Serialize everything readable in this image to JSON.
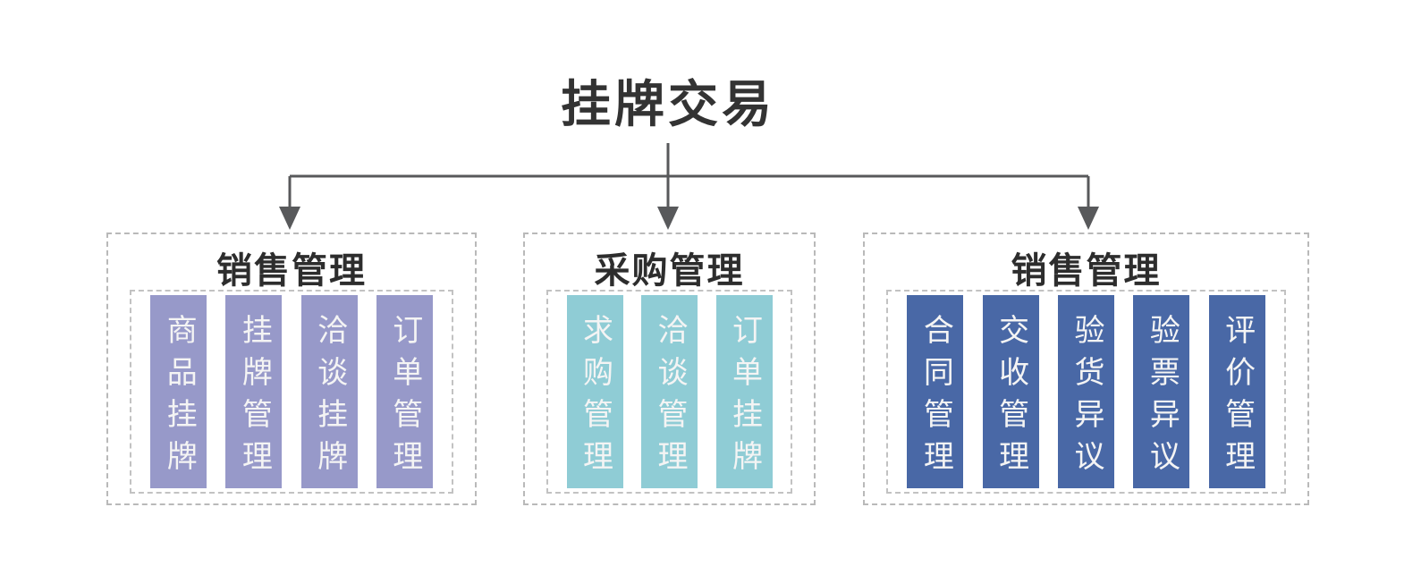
{
  "title": "挂牌交易",
  "groups": [
    {
      "title": "销售管理",
      "color": "#9799c9",
      "items": [
        "商品挂牌",
        "挂牌管理",
        "洽谈挂牌",
        "订单管理"
      ]
    },
    {
      "title": "采购管理",
      "color": "#8fccd5",
      "items": [
        "求购管理",
        "洽谈管理",
        "订单挂牌"
      ]
    },
    {
      "title": "销售管理",
      "color": "#4968a6",
      "items": [
        "合同管理",
        "交收管理",
        "验货异议",
        "验票异议",
        "评价管理"
      ]
    }
  ],
  "colors": {
    "connector": "#58595b",
    "dashed_border": "#b9b9b9",
    "title_text": "#333333",
    "bar_text": "#f4f4f4"
  }
}
